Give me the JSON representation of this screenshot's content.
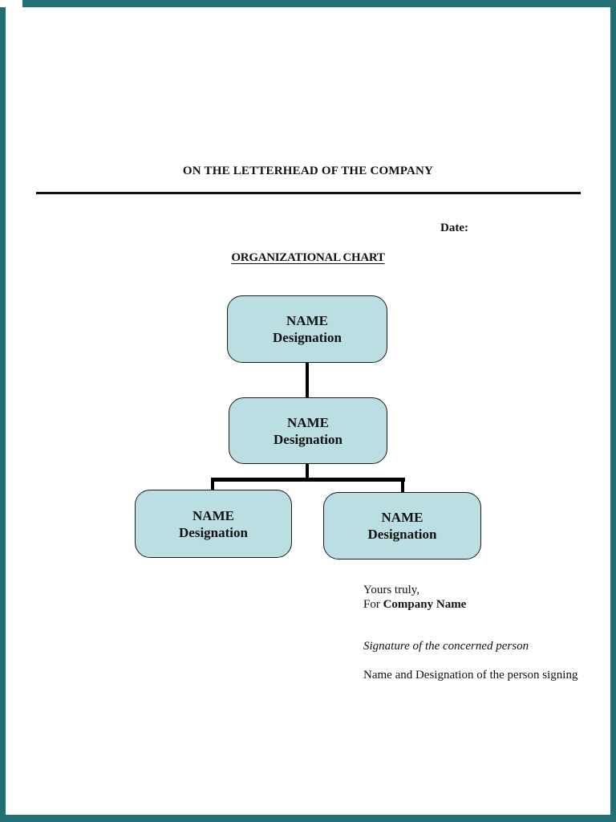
{
  "header": {
    "letterhead_title": "ON THE LETTERHEAD OF THE COMPANY",
    "date_label": "Date:",
    "chart_title": "ORGANIZATIONAL CHART"
  },
  "org_chart": {
    "nodes": [
      {
        "name": "NAME",
        "designation": "Designation"
      },
      {
        "name": "NAME",
        "designation": "Designation"
      },
      {
        "name": "NAME",
        "designation": "Designation"
      },
      {
        "name": "NAME",
        "designation": "Designation"
      }
    ],
    "box_fill_color": "#BADEE2",
    "box_border_color": "#1C1C1C",
    "connector_color": "#000000"
  },
  "closing": {
    "yours_truly": "Yours truly,",
    "for_label": "For ",
    "company_name": "Company Name",
    "signature_note": "Signature of the concerned person",
    "name_designation_note": "Name and Designation of the person signing"
  },
  "colors": {
    "page_background": "#FFFFFF",
    "frame_teal": "#207076",
    "text_color": "#111111"
  }
}
